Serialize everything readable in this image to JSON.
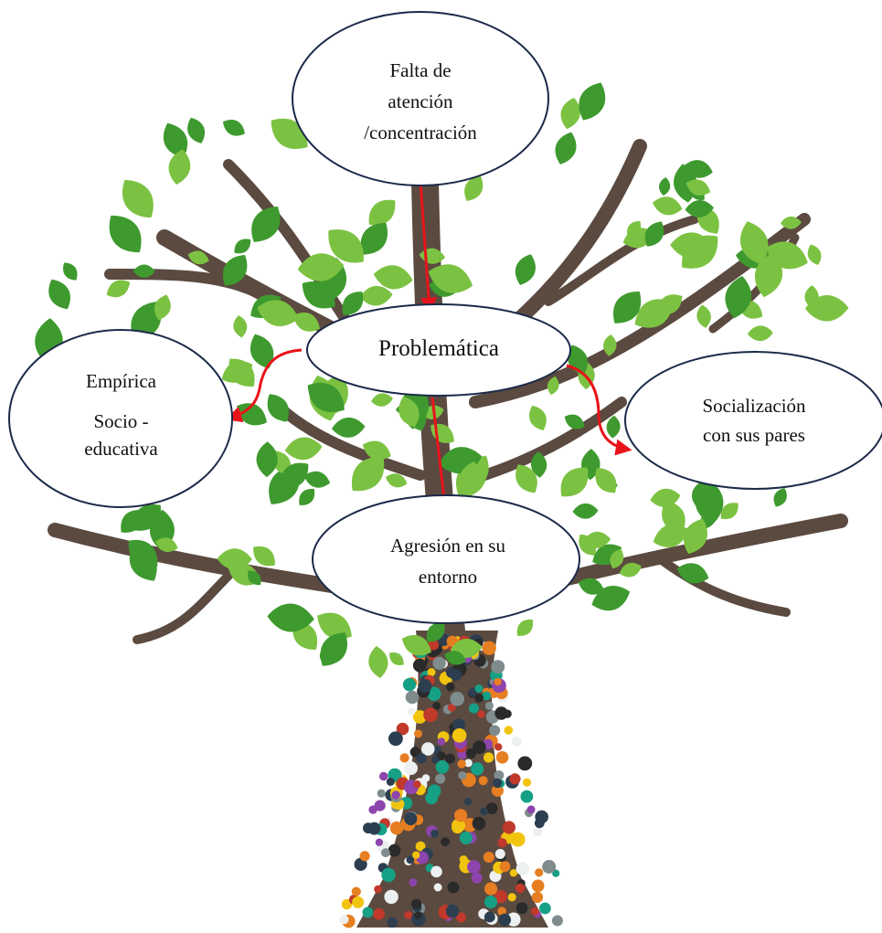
{
  "diagram": {
    "center": {
      "label": "Problemática"
    },
    "top": {
      "line1": "Falta de",
      "line2": "atención",
      "line3": "/concentración"
    },
    "left": {
      "line1": "Empírica",
      "line2": "Socio -",
      "line3": "educativa"
    },
    "right": {
      "line1": "Socialización",
      "line2": "con sus pares"
    },
    "bottom": {
      "line1": "Agresión en su",
      "line2": "entorno"
    }
  },
  "colors": {
    "arrow": "#e8141b",
    "ellipse_stroke": "#1b2a4a",
    "leaf_light": "#7cc242",
    "leaf_dark": "#3e9a2e",
    "trunk": "#4a3a30"
  }
}
